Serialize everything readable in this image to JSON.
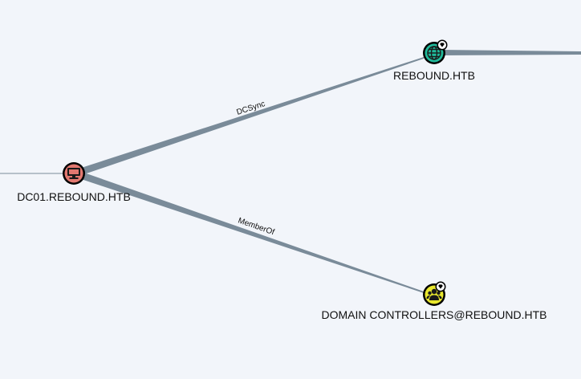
{
  "colors": {
    "background": "#f2f5fa",
    "edge": "#7a8b99",
    "computer_node": "#e27870",
    "domain_node": "#1fb99a",
    "group_node": "#e8e72e",
    "node_border": "#000000"
  },
  "nodes": {
    "dc01": {
      "label": "DC01.REBOUND.HTB",
      "icon": "computer-icon"
    },
    "domain": {
      "label": "REBOUND.HTB",
      "icon": "globe-icon"
    },
    "dc_group": {
      "label": "DOMAIN CONTROLLERS@REBOUND.HTB",
      "icon": "users-icon"
    }
  },
  "edges": {
    "dcsync": {
      "label": "DCSync"
    },
    "memberof": {
      "label": "MemberOf"
    }
  }
}
